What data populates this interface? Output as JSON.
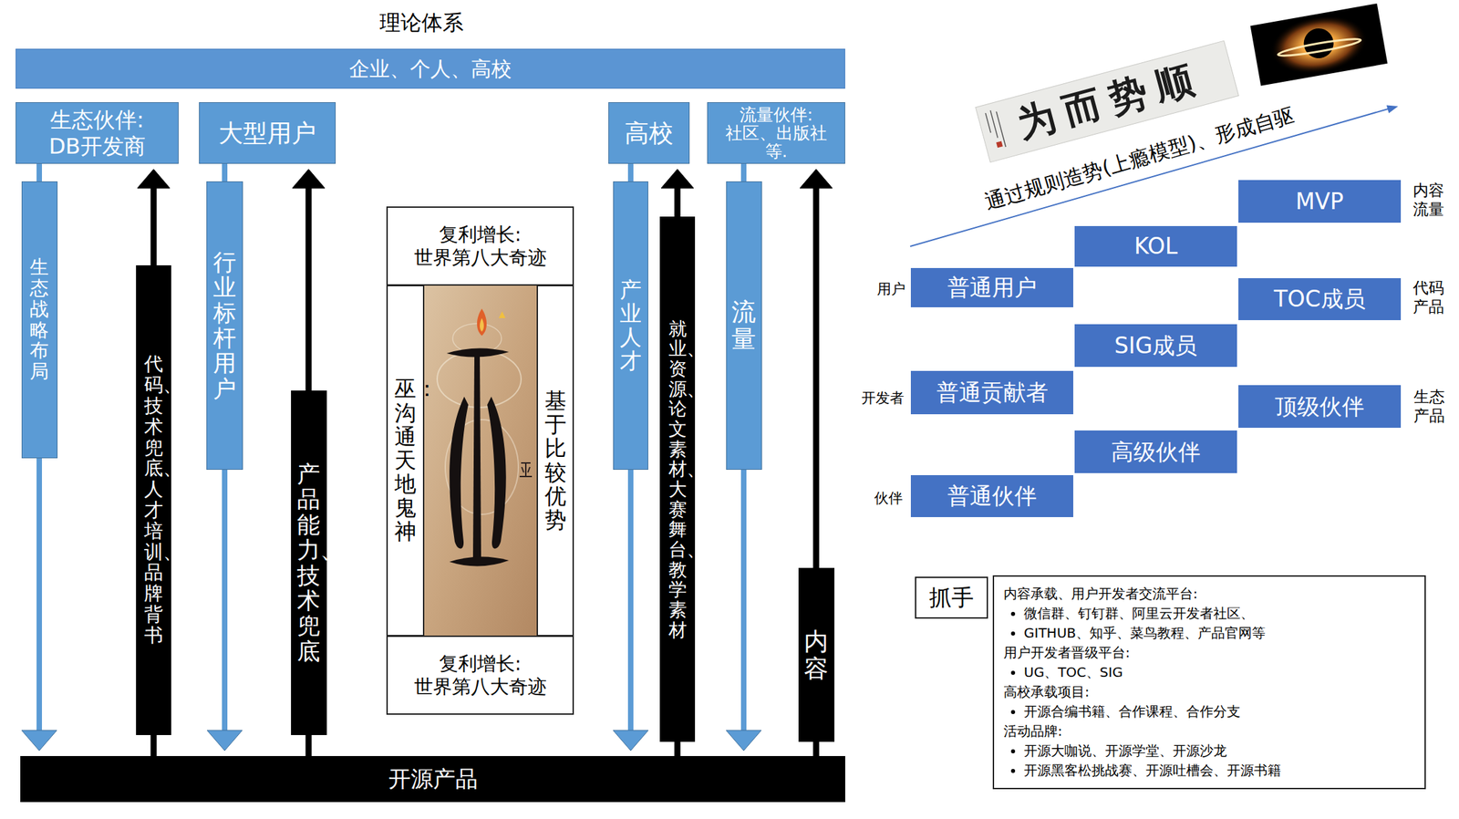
{
  "diagram": {
    "title": "理论体系",
    "nodes": [
      {
        "text": [
          "企业、个人、高校"
        ]
      },
      {
        "text": [
          "生态伙伴: DB开发商"
        ]
      },
      {
        "text": [
          "大型用户"
        ]
      },
      {
        "text": [
          "高校"
        ]
      },
      {
        "text": [
          "流量伙伴: 社区、出版社 等."
        ]
      },
      {
        "text": [
          "复利增长: 世界第八大奇迹"
        ]
      },
      {
        "text": [
          "巫：沟通天地鬼神"
        ]
      },
      {
        "text": [
          "基于比较优势"
        ]
      },
      {
        "text": [
          "复利增长: 世界第八大奇迹"
        ]
      },
      {
        "text": [
          "开源产品"
        ]
      },
      {
        "text": [
          "普通用户"
        ]
      },
      {
        "text": [
          "KOL"
        ]
      },
      {
        "text": [
          "MVP"
        ]
      },
      {
        "text": [
          "普通贡献者"
        ]
      },
      {
        "text": [
          "SIG成员"
        ]
      },
      {
        "text": [
          "TOC成员"
        ]
      },
      {
        "text": [
          "普通伙伴"
        ]
      },
      {
        "text": [
          "高级伙伴"
        ]
      },
      {
        "text": [
          "顶级伙伴"
        ]
      },
      {
        "text": [
          "抓手"
        ]
      },
      {
        "text": [
          "内容承载、用户开发者交流平台:",
          "微信群、钉钉群、阿里云开发者社区、",
          "GITHUB、知乎、菜鸟教程、产品官网等",
          "用户开发者晋级平台:",
          "UG、TOC、SIG",
          "高校承载项目:",
          "开源合编书籍、合作课程、合作分支",
          "活动品牌:",
          "开源大咖说、开源学堂、开源沙龙",
          "开源黑客松挑战赛、开源吐槽会、开源书籍"
        ]
      }
    ],
    "edges": [
      {
        "from": 1,
        "to": 9,
        "label": "生态战略布局",
        "arrow": "to"
      },
      {
        "from": 9,
        "to": 1,
        "label": "代码、技术兜底、人才培训、品牌背书",
        "arrow": "to"
      },
      {
        "from": 2,
        "to": 9,
        "label": "行业标杆用户",
        "arrow": "to"
      },
      {
        "from": 9,
        "to": 2,
        "label": "产品能力、技术兜底",
        "arrow": "to"
      },
      {
        "from": 3,
        "to": 9,
        "label": "产业人才",
        "arrow": "to"
      },
      {
        "from": 9,
        "to": 3,
        "label": "就业、资源、论文素材、大赛舞台、教学素材",
        "arrow": "to"
      },
      {
        "from": 4,
        "to": 9,
        "label": "流量",
        "arrow": "to"
      },
      {
        "from": 9,
        "to": 4,
        "label": "内容",
        "arrow": "to"
      }
    ],
    "labels": [
      "通过规则造势(上瘾模型)、形成自驱",
      "为而势顺",
      "用户",
      "开发者",
      "伙伴",
      "内容 流量",
      "代码 产品",
      "生态 产品"
    ]
  }
}
